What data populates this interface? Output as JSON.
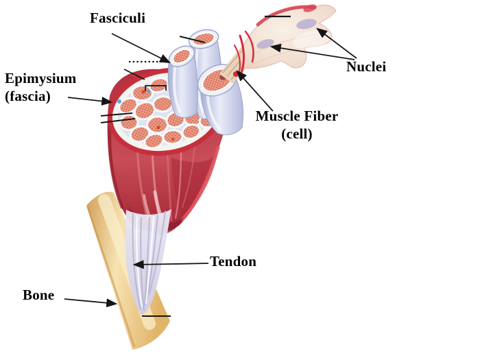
{
  "labels": {
    "fasciculi": "Fasciculi",
    "epimysium_line1": "Epimysium",
    "epimysium_line2": "(fascia)",
    "nuclei": "Nuclei",
    "muscle_fiber_line1": "Muscle Fiber",
    "muscle_fiber_line2": "(cell)",
    "tendon": "Tendon",
    "bone": "Bone"
  },
  "colors": {
    "background": "#ffffff",
    "label_text": "#000000",
    "annotation_line": "#151515",
    "muscle_red": "#bf3a47",
    "muscle_dark_red": "#8f1f2f",
    "muscle_edge_bright": "#e25560",
    "fascicle_pink": "#ec9a84",
    "fascicle_dot": "#c05a48",
    "perimysium_white": "#eef1f8",
    "sheath_lavender": "#c7cde8",
    "tendon_lavender": "#d8d5e8",
    "bone_tan": "#e9c286",
    "fiber_cream": "#f2e0d2",
    "nucleus_lavender": "#b5abcf",
    "vessel_red": "#d62839",
    "speck_blue": "#58a8dc",
    "speck_orange": "#d2452a"
  }
}
